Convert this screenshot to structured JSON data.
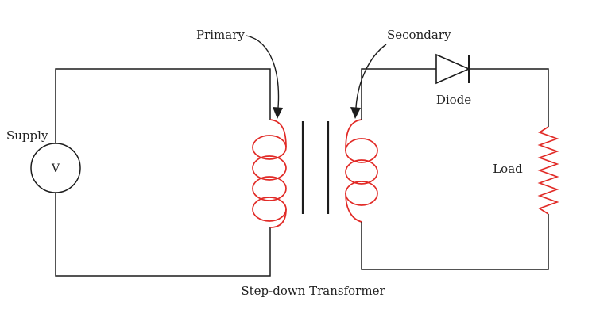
{
  "diagram": {
    "caption": "Step-down Transformer",
    "supply": {
      "label": "Supply",
      "symbol": "V"
    },
    "transformer": {
      "primary_label": "Primary",
      "secondary_label": "Secondary"
    },
    "diode": {
      "label": "Diode"
    },
    "load": {
      "label": "Load"
    }
  },
  "colors": {
    "wire": "#1c1c1c",
    "winding": "#e12a26",
    "text": "#1f1f1f"
  }
}
